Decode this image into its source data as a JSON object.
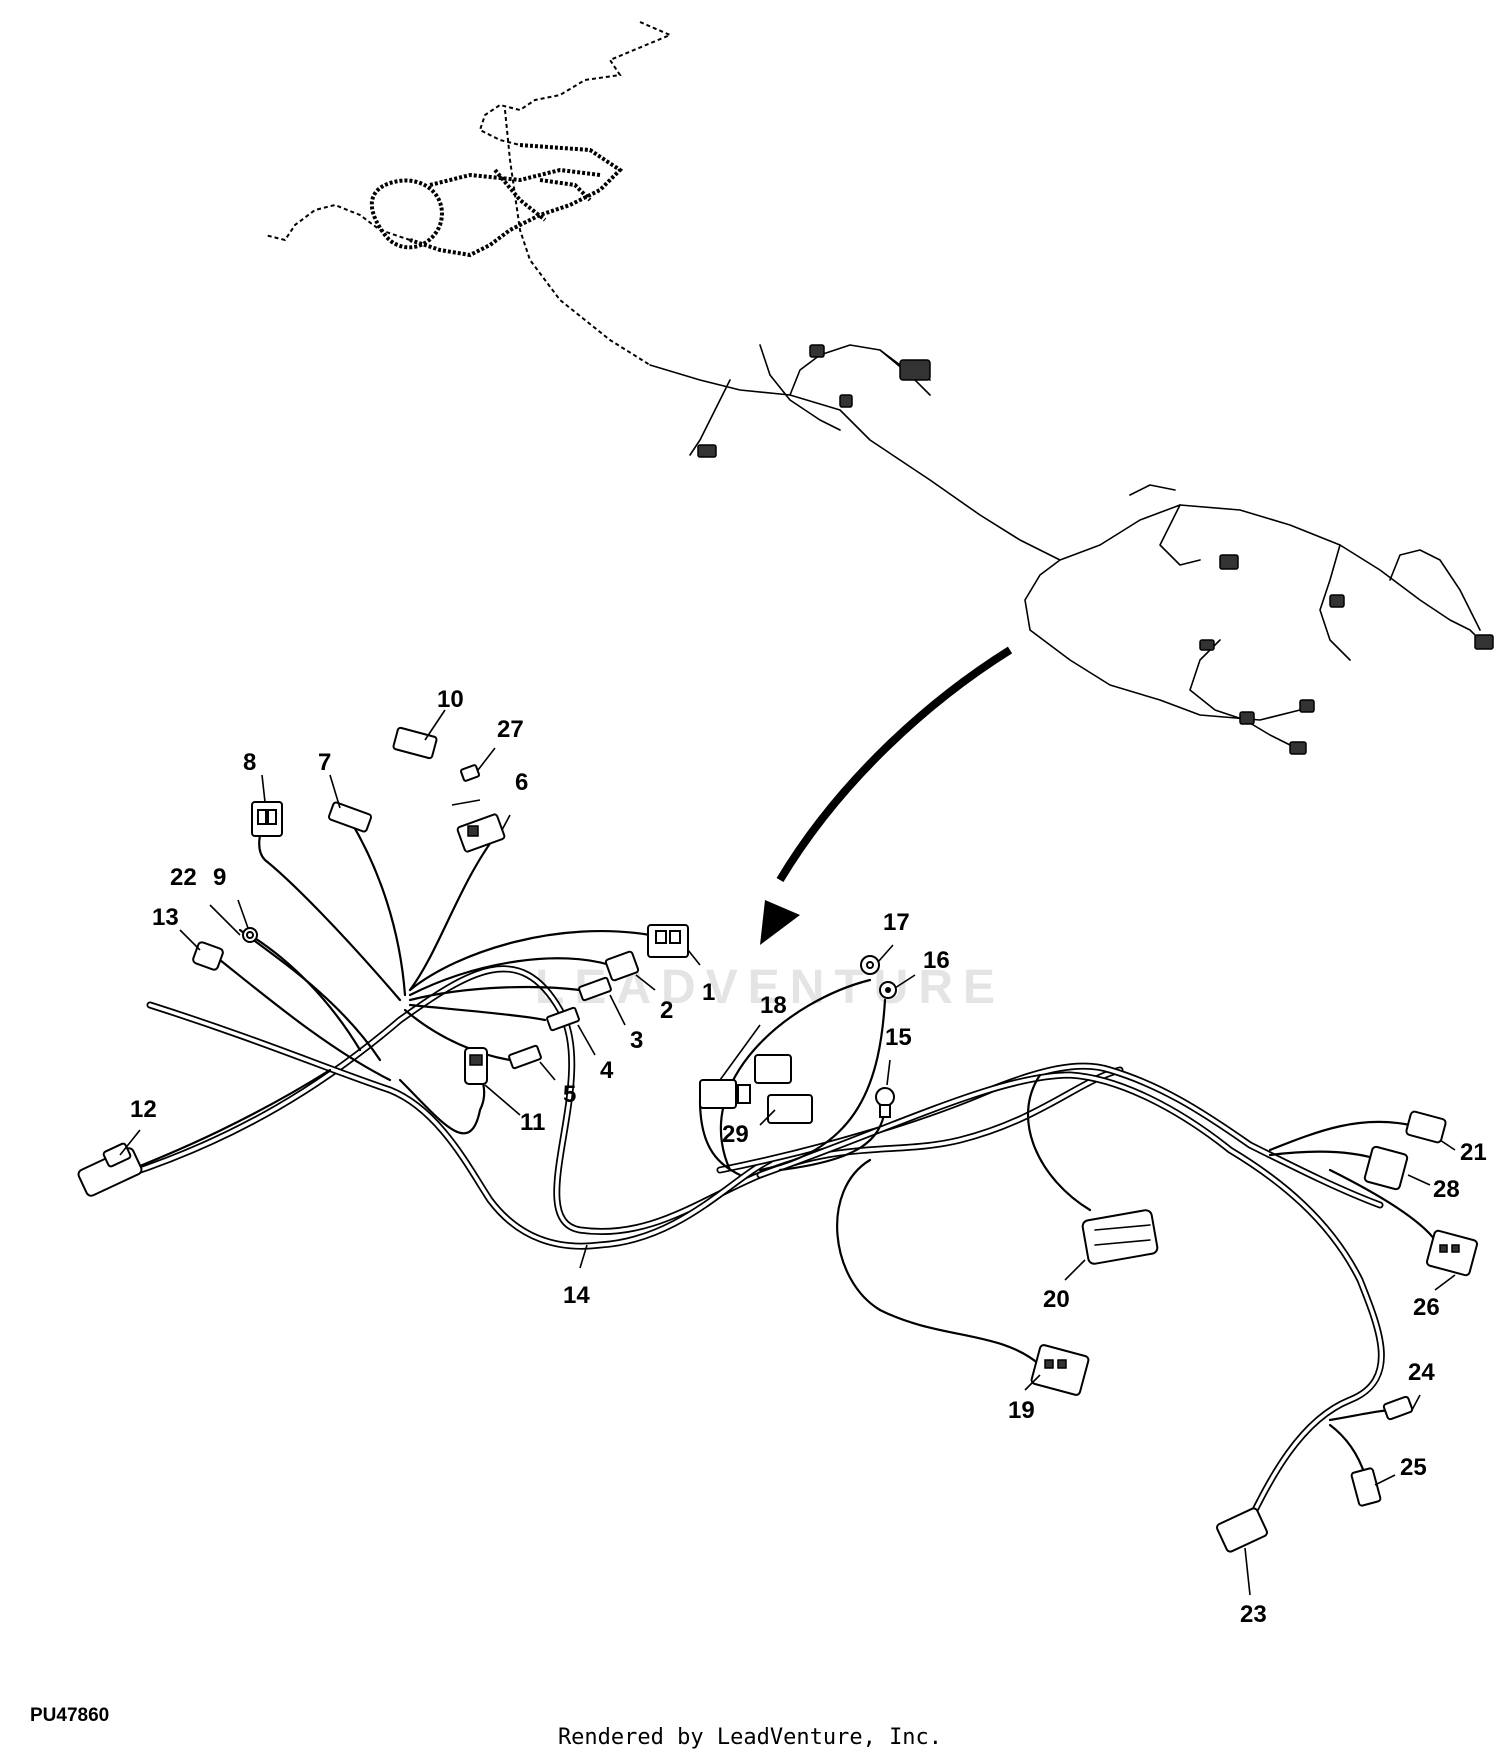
{
  "figure_id": "PU47860",
  "footer": "Rendered by LeadVenture, Inc.",
  "watermark": "LEADVENTURE",
  "callouts": [
    {
      "id": "c1",
      "label": "1"
    },
    {
      "id": "c2",
      "label": "2"
    },
    {
      "id": "c3",
      "label": "3"
    },
    {
      "id": "c4",
      "label": "4"
    },
    {
      "id": "c5",
      "label": "5"
    },
    {
      "id": "c6",
      "label": "6"
    },
    {
      "id": "c7",
      "label": "7"
    },
    {
      "id": "c8",
      "label": "8"
    },
    {
      "id": "c9",
      "label": "9"
    },
    {
      "id": "c10",
      "label": "10"
    },
    {
      "id": "c11",
      "label": "11"
    },
    {
      "id": "c12",
      "label": "12"
    },
    {
      "id": "c13",
      "label": "13"
    },
    {
      "id": "c14",
      "label": "14"
    },
    {
      "id": "c15",
      "label": "15"
    },
    {
      "id": "c16",
      "label": "16"
    },
    {
      "id": "c17",
      "label": "17"
    },
    {
      "id": "c18",
      "label": "18"
    },
    {
      "id": "c19",
      "label": "19"
    },
    {
      "id": "c20",
      "label": "20"
    },
    {
      "id": "c21",
      "label": "21"
    },
    {
      "id": "c22",
      "label": "22"
    },
    {
      "id": "c23",
      "label": "23"
    },
    {
      "id": "c24",
      "label": "24"
    },
    {
      "id": "c25",
      "label": "25"
    },
    {
      "id": "c26",
      "label": "26"
    },
    {
      "id": "c27",
      "label": "27"
    },
    {
      "id": "c28",
      "label": "28"
    },
    {
      "id": "c29",
      "label": "29"
    }
  ]
}
